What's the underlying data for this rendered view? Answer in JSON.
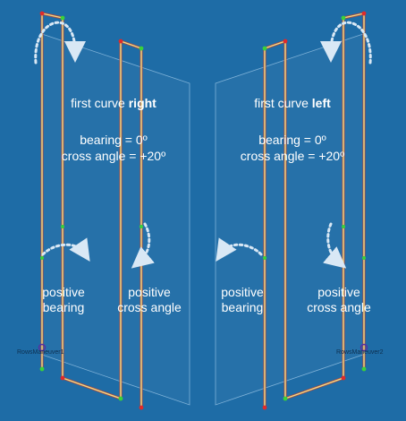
{
  "left_panel": {
    "title_prefix": "first curve ",
    "title_emphasis": "right",
    "bearing_line": "bearing = 0º",
    "cross_angle_line": "cross angle = +20º",
    "positive_bearing": [
      "positive",
      "bearing"
    ],
    "positive_cross_angle": [
      "positive",
      "cross angle"
    ],
    "maneuver_label": "RowsManeuver1"
  },
  "right_panel": {
    "title_prefix": "first curve ",
    "title_emphasis": "left",
    "bearing_line": "bearing = 0º",
    "cross_angle_line": "cross angle = +20º",
    "positive_bearing": [
      "positive",
      "bearing"
    ],
    "positive_cross_angle": [
      "positive",
      "cross angle"
    ],
    "maneuver_label": "RowsManeuver2"
  },
  "colors": {
    "background": "#1e6ca6",
    "track_line": "#e9e08a",
    "track_line_dark": "#b0463e",
    "arrow": "#d9e8f5",
    "plane_outline": "#7fb2d8",
    "node_red": "#e02a2a",
    "node_green": "#3ad13a",
    "maneuver_marker": "#5a2ea0"
  }
}
